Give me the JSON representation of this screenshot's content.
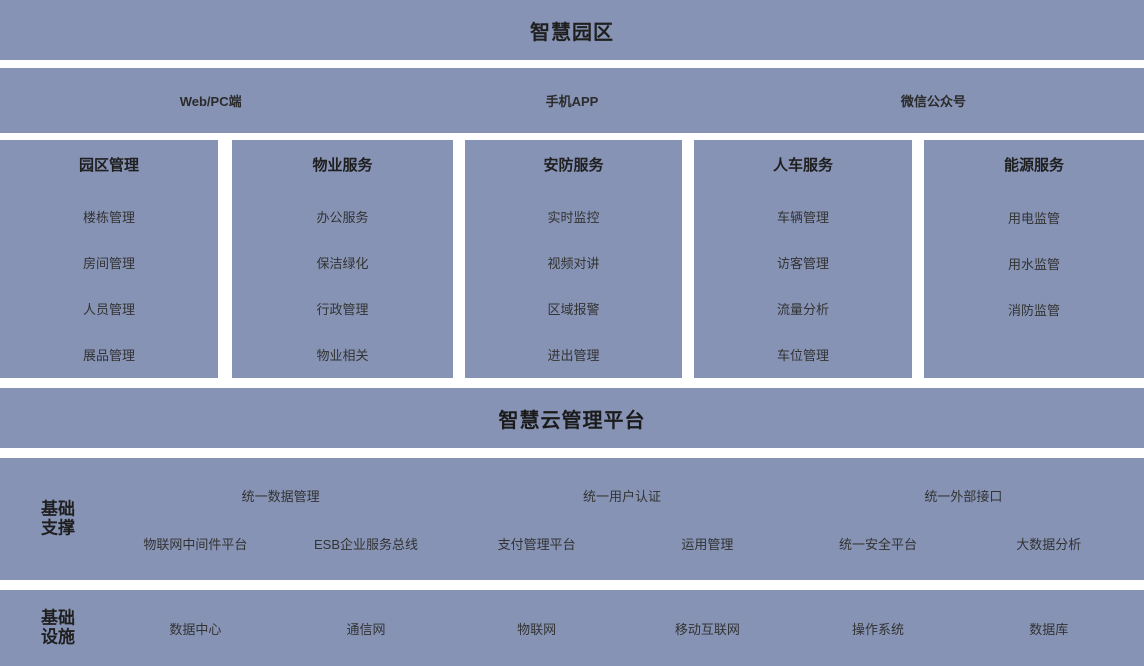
{
  "diagram": {
    "title": "智慧园区",
    "background_color": "#ffffff",
    "band_color": "#8693b4",
    "text_color": "#333333"
  },
  "channels": {
    "items": [
      {
        "label": "Web/PC端"
      },
      {
        "label": "手机APP"
      },
      {
        "label": "微信公众号"
      }
    ]
  },
  "services": {
    "columns": [
      {
        "title": "园区管理",
        "items": [
          "楼栋管理",
          "房间管理",
          "人员管理",
          "展品管理"
        ]
      },
      {
        "title": "物业服务",
        "items": [
          "办公服务",
          "保洁绿化",
          "行政管理",
          "物业相关"
        ]
      },
      {
        "title": "安防服务",
        "items": [
          "实时监控",
          "视频对讲",
          "区域报警",
          "进出管理"
        ]
      },
      {
        "title": "人车服务",
        "items": [
          "车辆管理",
          "访客管理",
          "流量分析",
          "车位管理"
        ]
      },
      {
        "title": "能源服务",
        "items": [
          "用电监管",
          "用水监管",
          "消防监管"
        ]
      }
    ]
  },
  "platform": {
    "title": "智慧云管理平台"
  },
  "support": {
    "label": "基础支撑",
    "label_line1": "基础",
    "label_line2": "支撑",
    "top_items": [
      "统一数据管理",
      "统一用户认证",
      "统一外部接口"
    ],
    "bottom_items": [
      "物联网中间件平台",
      "ESB企业服务总线",
      "支付管理平台",
      "运用管理",
      "统一安全平台",
      "大数据分析"
    ]
  },
  "infrastructure": {
    "label": "基础设施",
    "label_line1": "基础",
    "label_line2": "设施",
    "items": [
      "数据中心",
      "通信网",
      "物联网",
      "移动互联网",
      "操作系统",
      "数据库"
    ]
  }
}
